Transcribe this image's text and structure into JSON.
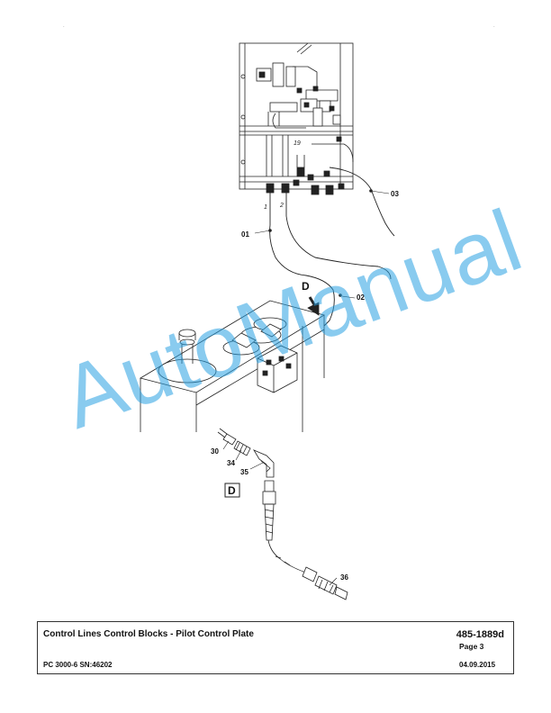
{
  "callouts": {
    "c01": "01",
    "c02": "02",
    "c03": "03",
    "c30": "30",
    "c34": "34",
    "c35": "35",
    "c36": "36",
    "port1": "1",
    "port2": "2",
    "port19": "19"
  },
  "view": {
    "arrow_label": "D",
    "detail_label": "D"
  },
  "watermark": "AutoManual",
  "footer": {
    "title": "Control Lines Control Blocks - Pilot Control Plate",
    "doc_number": "485-1889d",
    "page": "Page 3",
    "model": "PC 3000-6 SN:46202",
    "date": "04.09.2015"
  },
  "colors": {
    "watermark": "#28a0e1",
    "line": "#222222"
  }
}
